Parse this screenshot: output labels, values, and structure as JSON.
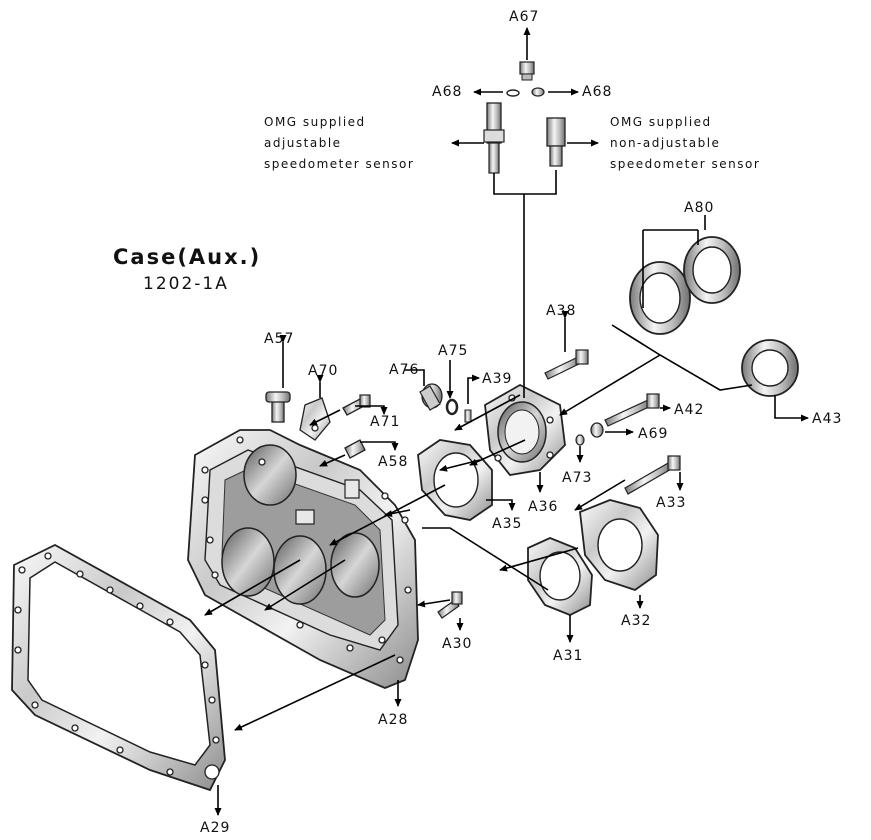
{
  "title": "Case(Aux.)",
  "part_number": "1202-1A",
  "sensor_notes": {
    "left": [
      "OMG supplied",
      "adjustable",
      "speedometer sensor"
    ],
    "right": [
      "OMG supplied",
      "non-adjustable",
      "speedometer sensor"
    ]
  },
  "labels": {
    "A67": "A67",
    "A68_left": "A68",
    "A68_right": "A68",
    "A80": "A80",
    "A38": "A38",
    "A57": "A57",
    "A70": "A70",
    "A76": "A76",
    "A75": "A75",
    "A39": "A39",
    "A71": "A71",
    "A42": "A42",
    "A43": "A43",
    "A69": "A69",
    "A58": "A58",
    "A73": "A73",
    "A36": "A36",
    "A33": "A33",
    "A35": "A35",
    "A32": "A32",
    "A30": "A30",
    "A31": "A31",
    "A28": "A28",
    "A29": "A29"
  }
}
